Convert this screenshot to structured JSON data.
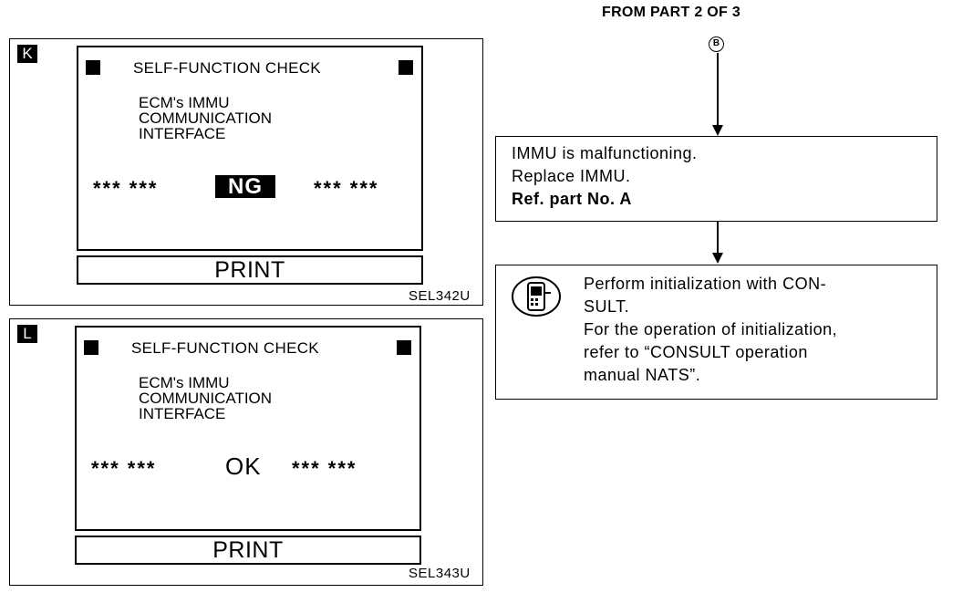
{
  "header": {
    "title": "FROM PART 2 OF 3",
    "connector_label": "B"
  },
  "panels": [
    {
      "letter": "K",
      "screen_title": "SELF-FUNCTION CHECK",
      "body_lines": [
        "ECM's IMMU",
        "COMMUNICATION",
        "INTERFACE"
      ],
      "stars_left": "*** ***",
      "result": "NG",
      "stars_right": "*** ***",
      "print_label": "PRINT",
      "code": "SEL342U"
    },
    {
      "letter": "L",
      "screen_title": "SELF-FUNCTION CHECK",
      "body_lines": [
        "ECM's IMMU",
        "COMMUNICATION",
        "INTERFACE"
      ],
      "stars_left": "*** ***",
      "result": "OK",
      "stars_right": "*** ***",
      "print_label": "PRINT",
      "code": "SEL343U"
    }
  ],
  "flow": {
    "box1": {
      "lines": [
        "IMMU is malfunctioning.",
        "Replace IMMU."
      ],
      "ref": "Ref. part No. A"
    },
    "box2": {
      "icon": "consult-tool-icon",
      "lines": [
        "Perform initialization with CON-",
        "SULT.",
        "For the operation of initialization,",
        "refer to “CONSULT operation",
        "manual NATS”."
      ]
    }
  }
}
